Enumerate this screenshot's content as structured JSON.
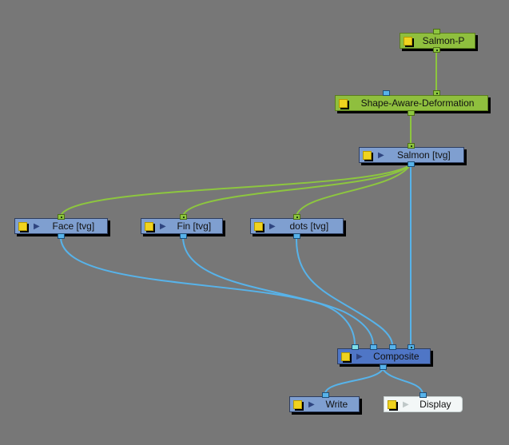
{
  "nodes": {
    "salmon_p": {
      "label": "Salmon-P",
      "type": "peg"
    },
    "shape_aware": {
      "label": "Shape-Aware-Deformation",
      "type": "deformation"
    },
    "salmon": {
      "label": "Salmon  [tvg]",
      "type": "drawing"
    },
    "face": {
      "label": "Face  [tvg]",
      "type": "drawing"
    },
    "fin": {
      "label": "Fin  [tvg]",
      "type": "drawing"
    },
    "dots": {
      "label": "dots  [tvg]",
      "type": "drawing"
    },
    "composite": {
      "label": "Composite",
      "type": "composite"
    },
    "write": {
      "label": "Write",
      "type": "write"
    },
    "display": {
      "label": "Display",
      "type": "display"
    }
  },
  "connections": [
    {
      "from": "salmon_p",
      "to": "shape_aware",
      "kind": "deformation"
    },
    {
      "from": "shape_aware",
      "to": "salmon",
      "kind": "deformation"
    },
    {
      "from": "salmon",
      "to": "face",
      "kind": "deformation"
    },
    {
      "from": "salmon",
      "to": "fin",
      "kind": "deformation"
    },
    {
      "from": "salmon",
      "to": "dots",
      "kind": "deformation"
    },
    {
      "from": "face",
      "to": "composite",
      "kind": "image"
    },
    {
      "from": "fin",
      "to": "composite",
      "kind": "image"
    },
    {
      "from": "dots",
      "to": "composite",
      "kind": "image"
    },
    {
      "from": "salmon",
      "to": "composite",
      "kind": "image"
    },
    {
      "from": "composite",
      "to": "write",
      "kind": "image"
    },
    {
      "from": "composite",
      "to": "display",
      "kind": "image"
    }
  ],
  "colors": {
    "background": "#777777",
    "deformation_wire": "#8dc63f",
    "image_wire": "#57b3ea",
    "drawing_node": "#7f9fd0",
    "peg_node": "#8fbf3e",
    "composite_node": "#4f76c6",
    "display_node": "#f3f7f7",
    "enable_switch": "#f0d31f"
  }
}
